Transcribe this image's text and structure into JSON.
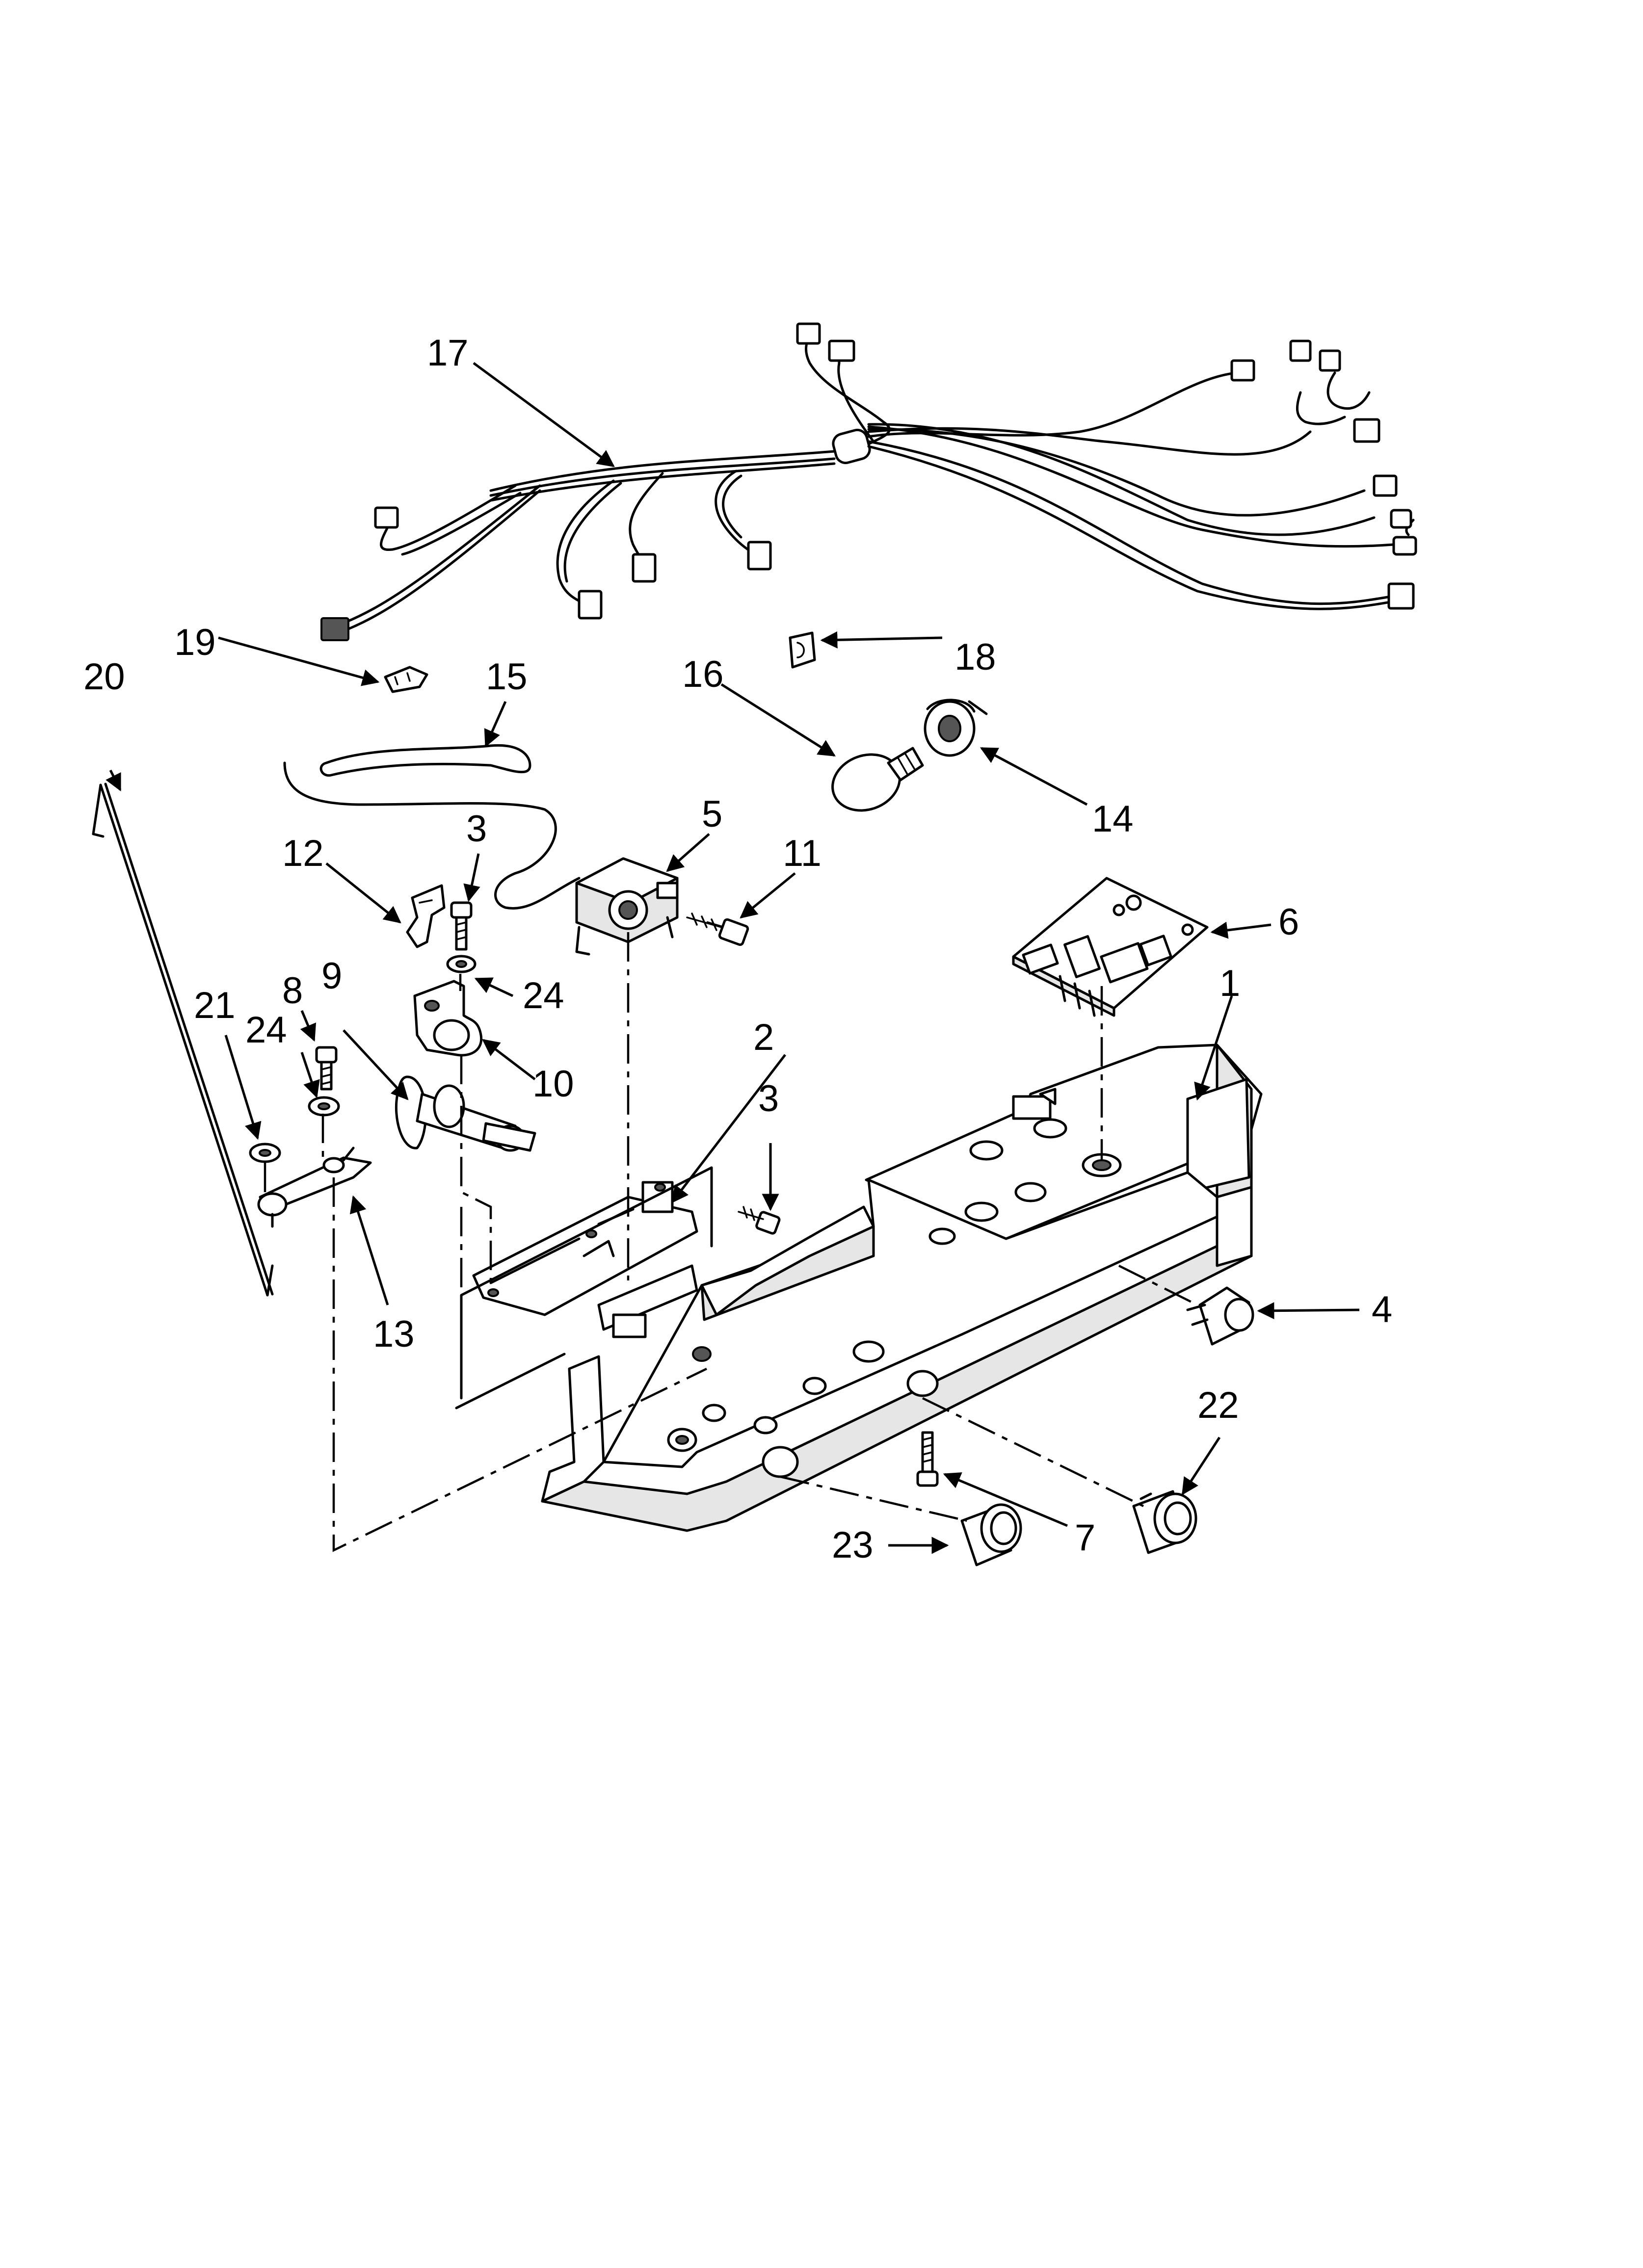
{
  "callouts": [
    {
      "id": "c1",
      "text": "1"
    },
    {
      "id": "c2",
      "text": "2"
    },
    {
      "id": "c3a",
      "text": "3"
    },
    {
      "id": "c3b",
      "text": "3"
    },
    {
      "id": "c4",
      "text": "4"
    },
    {
      "id": "c5",
      "text": "5"
    },
    {
      "id": "c6",
      "text": "6"
    },
    {
      "id": "c7",
      "text": "7"
    },
    {
      "id": "c8",
      "text": "8"
    },
    {
      "id": "c9",
      "text": "9"
    },
    {
      "id": "c10",
      "text": "10"
    },
    {
      "id": "c11",
      "text": "11"
    },
    {
      "id": "c12",
      "text": "12"
    },
    {
      "id": "c13",
      "text": "13"
    },
    {
      "id": "c14",
      "text": "14"
    },
    {
      "id": "c15",
      "text": "15"
    },
    {
      "id": "c16",
      "text": "16"
    },
    {
      "id": "c17",
      "text": "17"
    },
    {
      "id": "c18",
      "text": "18"
    },
    {
      "id": "c19",
      "text": "19"
    },
    {
      "id": "c20",
      "text": "20"
    },
    {
      "id": "c21",
      "text": "21"
    },
    {
      "id": "c22",
      "text": "22"
    },
    {
      "id": "c23",
      "text": "23"
    },
    {
      "id": "c24a",
      "text": "24"
    },
    {
      "id": "c24b",
      "text": "24"
    }
  ]
}
